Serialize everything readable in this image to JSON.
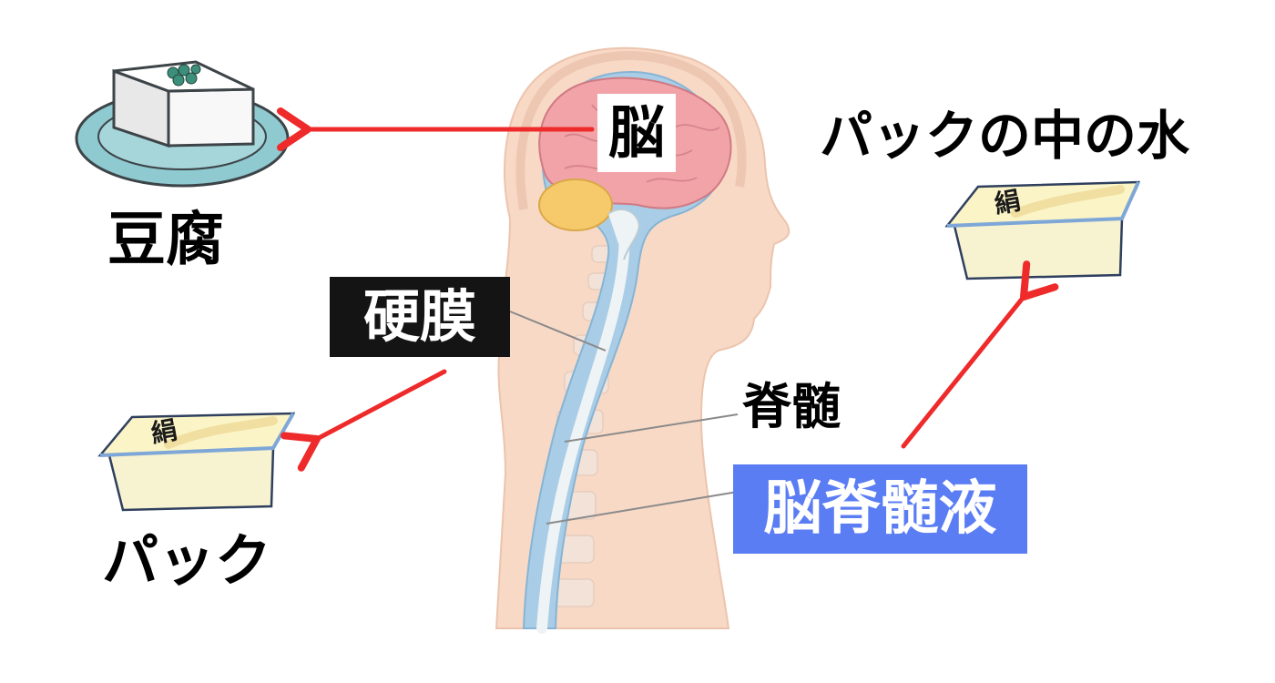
{
  "labels": {
    "tofu": "豆腐",
    "pack": "パック",
    "water_in_pack": "パックの中の水",
    "brain": "脳",
    "dura": "硬膜",
    "spinal_cord": "脊髄",
    "csf": "脳脊髄液",
    "pack_print": "絹"
  },
  "colors": {
    "arrow": "#ee2a2a",
    "dura_bg": "#141414",
    "csf_bg": "#5b7df4",
    "skin": "#f8d9c6",
    "brain": "#f1a3a8",
    "cerebellum": "#f6c96b",
    "csf_channel": "#a9cde6",
    "plate": "#8ecad0"
  }
}
